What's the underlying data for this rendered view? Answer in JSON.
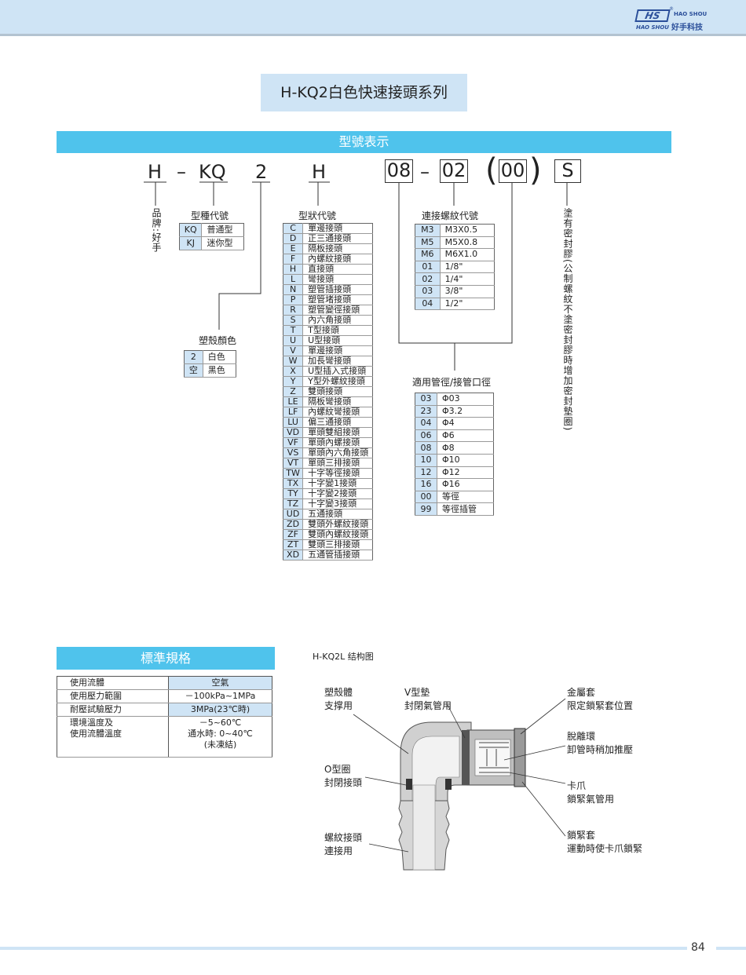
{
  "brand": {
    "logo_mark": "HS",
    "name_en": "HAO SHOU",
    "name_en_italic": "HAO SHOU",
    "name_cn": "好手科技",
    "registered": "®"
  },
  "title": "H-KQ2白色快速接頭系列",
  "section_title": "型號表示",
  "code": {
    "h": "H",
    "dash1": "–",
    "kq": "KQ",
    "two": "2",
    "h2": "H",
    "c08": "08",
    "dash2": "–",
    "c02": "02",
    "paren_l": "(",
    "c00": "00",
    "paren_r": ")",
    "s": "S"
  },
  "brand_label": "品牌:好手",
  "type_title": "型種代號",
  "type_rows": [
    {
      "k": "KQ",
      "v": "普通型"
    },
    {
      "k": "KJ",
      "v": "迷你型"
    }
  ],
  "color_title": "塑殼顏色",
  "color_rows": [
    {
      "k": "2",
      "v": "白色"
    },
    {
      "k": "空",
      "v": "黑色"
    }
  ],
  "shape_title": "型狀代號",
  "shape_rows": [
    {
      "k": "C",
      "v": "單邊接頭"
    },
    {
      "k": "D",
      "v": "正三通接頭"
    },
    {
      "k": "E",
      "v": "隔板接頭"
    },
    {
      "k": "F",
      "v": "內螺紋接頭"
    },
    {
      "k": "H",
      "v": "直接頭"
    },
    {
      "k": "L",
      "v": "彎接頭"
    },
    {
      "k": "N",
      "v": "塑管插接頭"
    },
    {
      "k": "P",
      "v": "塑管堵接頭"
    },
    {
      "k": "R",
      "v": "塑管變徑接頭"
    },
    {
      "k": "S",
      "v": "內六角接頭"
    },
    {
      "k": "T",
      "v": "T型接頭"
    },
    {
      "k": "U",
      "v": "U型接頭"
    },
    {
      "k": "V",
      "v": "單邊接頭"
    },
    {
      "k": "W",
      "v": "加長彎接頭"
    },
    {
      "k": "X",
      "v": "U型插入式接頭"
    },
    {
      "k": "Y",
      "v": "Y型外螺紋接頭"
    },
    {
      "k": "Z",
      "v": "雙頭接頭"
    },
    {
      "k": "LE",
      "v": "隔板彎接頭"
    },
    {
      "k": "LF",
      "v": "內螺紋彎接頭"
    },
    {
      "k": "LU",
      "v": "偏三通接頭"
    },
    {
      "k": "VD",
      "v": "單頭雙組接頭"
    },
    {
      "k": "VF",
      "v": "單頭內螺接頭"
    },
    {
      "k": "VS",
      "v": "單頭內六角接頭"
    },
    {
      "k": "VT",
      "v": "單頭三排接頭"
    },
    {
      "k": "TW",
      "v": "十字等徑接頭"
    },
    {
      "k": "TX",
      "v": "十字變1接頭"
    },
    {
      "k": "TY",
      "v": "十字變2接頭"
    },
    {
      "k": "TZ",
      "v": "十字變3接頭"
    },
    {
      "k": "UD",
      "v": "五通接頭"
    },
    {
      "k": "ZD",
      "v": "雙頭外螺紋接頭"
    },
    {
      "k": "ZF",
      "v": "雙頭內螺紋接頭"
    },
    {
      "k": "ZT",
      "v": "雙頭三排接頭"
    },
    {
      "k": "XD",
      "v": "五通管插接頭"
    }
  ],
  "thread_title": "連接螺紋代號",
  "thread_rows": [
    {
      "k": "M3",
      "v": "M3X0.5"
    },
    {
      "k": "M5",
      "v": "M5X0.8"
    },
    {
      "k": "M6",
      "v": "M6X1.0"
    },
    {
      "k": "01",
      "v": "1/8\""
    },
    {
      "k": "02",
      "v": "1/4\""
    },
    {
      "k": "03",
      "v": "3/8\""
    },
    {
      "k": "04",
      "v": "1/2\""
    }
  ],
  "pipe_title": "適用管徑/接管口徑",
  "pipe_rows": [
    {
      "k": "03",
      "v": "Φ03"
    },
    {
      "k": "23",
      "v": "Φ3.2"
    },
    {
      "k": "04",
      "v": "Φ4"
    },
    {
      "k": "06",
      "v": "Φ6"
    },
    {
      "k": "08",
      "v": "Φ8"
    },
    {
      "k": "10",
      "v": "Φ10"
    },
    {
      "k": "12",
      "v": "Φ12"
    },
    {
      "k": "16",
      "v": "Φ16"
    },
    {
      "k": "00",
      "v": "等徑"
    },
    {
      "k": "99",
      "v": "等徑插管"
    }
  ],
  "sealant_label": "塗有密封膠(公制螺紋不塗密封膠時增加密封墊圈)",
  "spec": {
    "title": "標準規格",
    "rows": [
      {
        "label": "使用流體",
        "value": "空氣",
        "highlight": true
      },
      {
        "label": "使用壓力範圍",
        "value": "－100kPa~1MPa",
        "highlight": false
      },
      {
        "label": "耐壓試驗壓力",
        "value": "3MPa(23℃時)",
        "highlight": true
      }
    ],
    "last_row": {
      "label_line1": "環境溫度及",
      "label_line2": "使用流體溫度",
      "value_line1": "－5~60℃",
      "value_line2": "通水時: 0~40℃",
      "value_line3": "(未凍結)"
    }
  },
  "structure": {
    "title": "H-KQ2L 结构图",
    "labels": {
      "shell_1": "塑殼體",
      "shell_2": "支撑用",
      "vpad_1": "V型墊",
      "vpad_2": "封閉氣管用",
      "oring_1": "O型圈",
      "oring_2": "封閉接頭",
      "thread_1": "螺紋接頭",
      "thread_2": "連接用",
      "metal_1": "金屬套",
      "metal_2": "限定鎖緊套位置",
      "release_1": "脫離環",
      "release_2": "卸管時稍加推壓",
      "claw_1": "卡爪",
      "claw_2": "鎖緊氣管用",
      "lock_1": "鎖緊套",
      "lock_2": "運動時使卡爪鎖緊"
    }
  },
  "page_number": "84",
  "colors": {
    "accent": "#4fc3ec",
    "light_blue": "#cfe4f5"
  }
}
